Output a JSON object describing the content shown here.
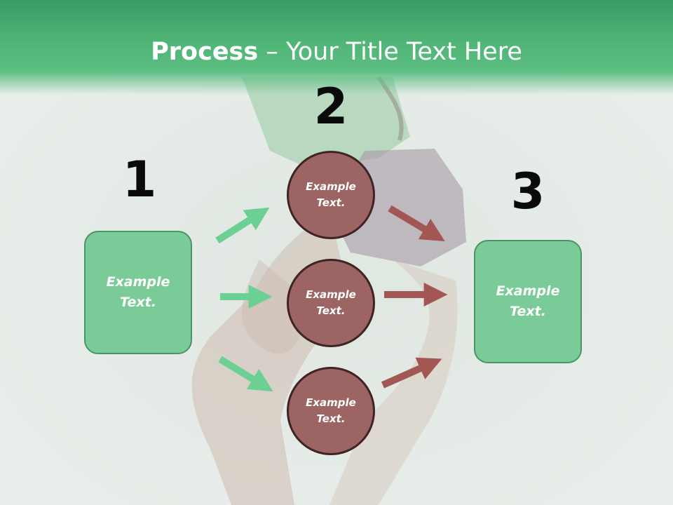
{
  "slide": {
    "title_bold": "Process",
    "title_rest": " – Your Title Text Here"
  },
  "steps": {
    "step1": {
      "number": "1",
      "text": "Example\nText."
    },
    "step2": {
      "number": "2",
      "items": [
        "Example\nText.",
        "Example\nText.",
        "Example\nText."
      ]
    },
    "step3": {
      "number": "3",
      "text": "Example\nText."
    }
  },
  "colors": {
    "header_green": "#4fb576",
    "box_green": "#7acb97",
    "circle_brown": "#9c6462",
    "arrow_green": "#6ccf93",
    "arrow_red": "#a35754"
  },
  "background": {
    "image": "dancer-photo-faded"
  }
}
